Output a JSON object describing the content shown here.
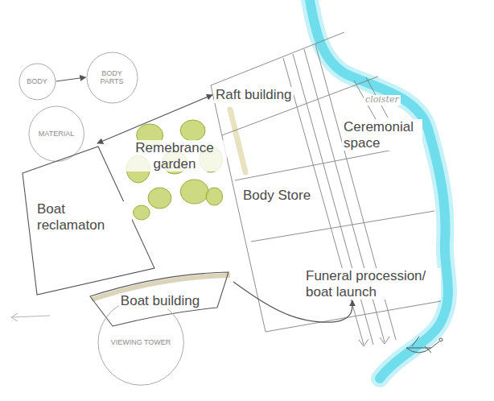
{
  "diagram": {
    "nodes": [
      {
        "text": [
          "BODY"
        ]
      },
      {
        "text": [
          "BODY PARTS"
        ]
      },
      {
        "text": [
          "MATERIAL"
        ]
      },
      {
        "text": [
          "Raft building"
        ]
      },
      {
        "text": [
          "Remebrance garden"
        ]
      },
      {
        "text": [
          "Ceremonial space"
        ]
      },
      {
        "text": [
          "Body Store"
        ]
      },
      {
        "text": [
          "Boat reclamaton"
        ]
      },
      {
        "text": [
          "Funeral procession/ boat launch"
        ]
      },
      {
        "text": [
          "Boat building"
        ]
      },
      {
        "text": [
          "VIEWING TOWER"
        ]
      }
    ],
    "edges": [
      {
        "from": 0,
        "to": 1,
        "arrow": "to"
      },
      {
        "from": 3,
        "to": 7,
        "arrow": "both"
      },
      {
        "from": 9,
        "to": 8,
        "arrow": "to"
      }
    ],
    "labels": [
      "cloister"
    ]
  }
}
